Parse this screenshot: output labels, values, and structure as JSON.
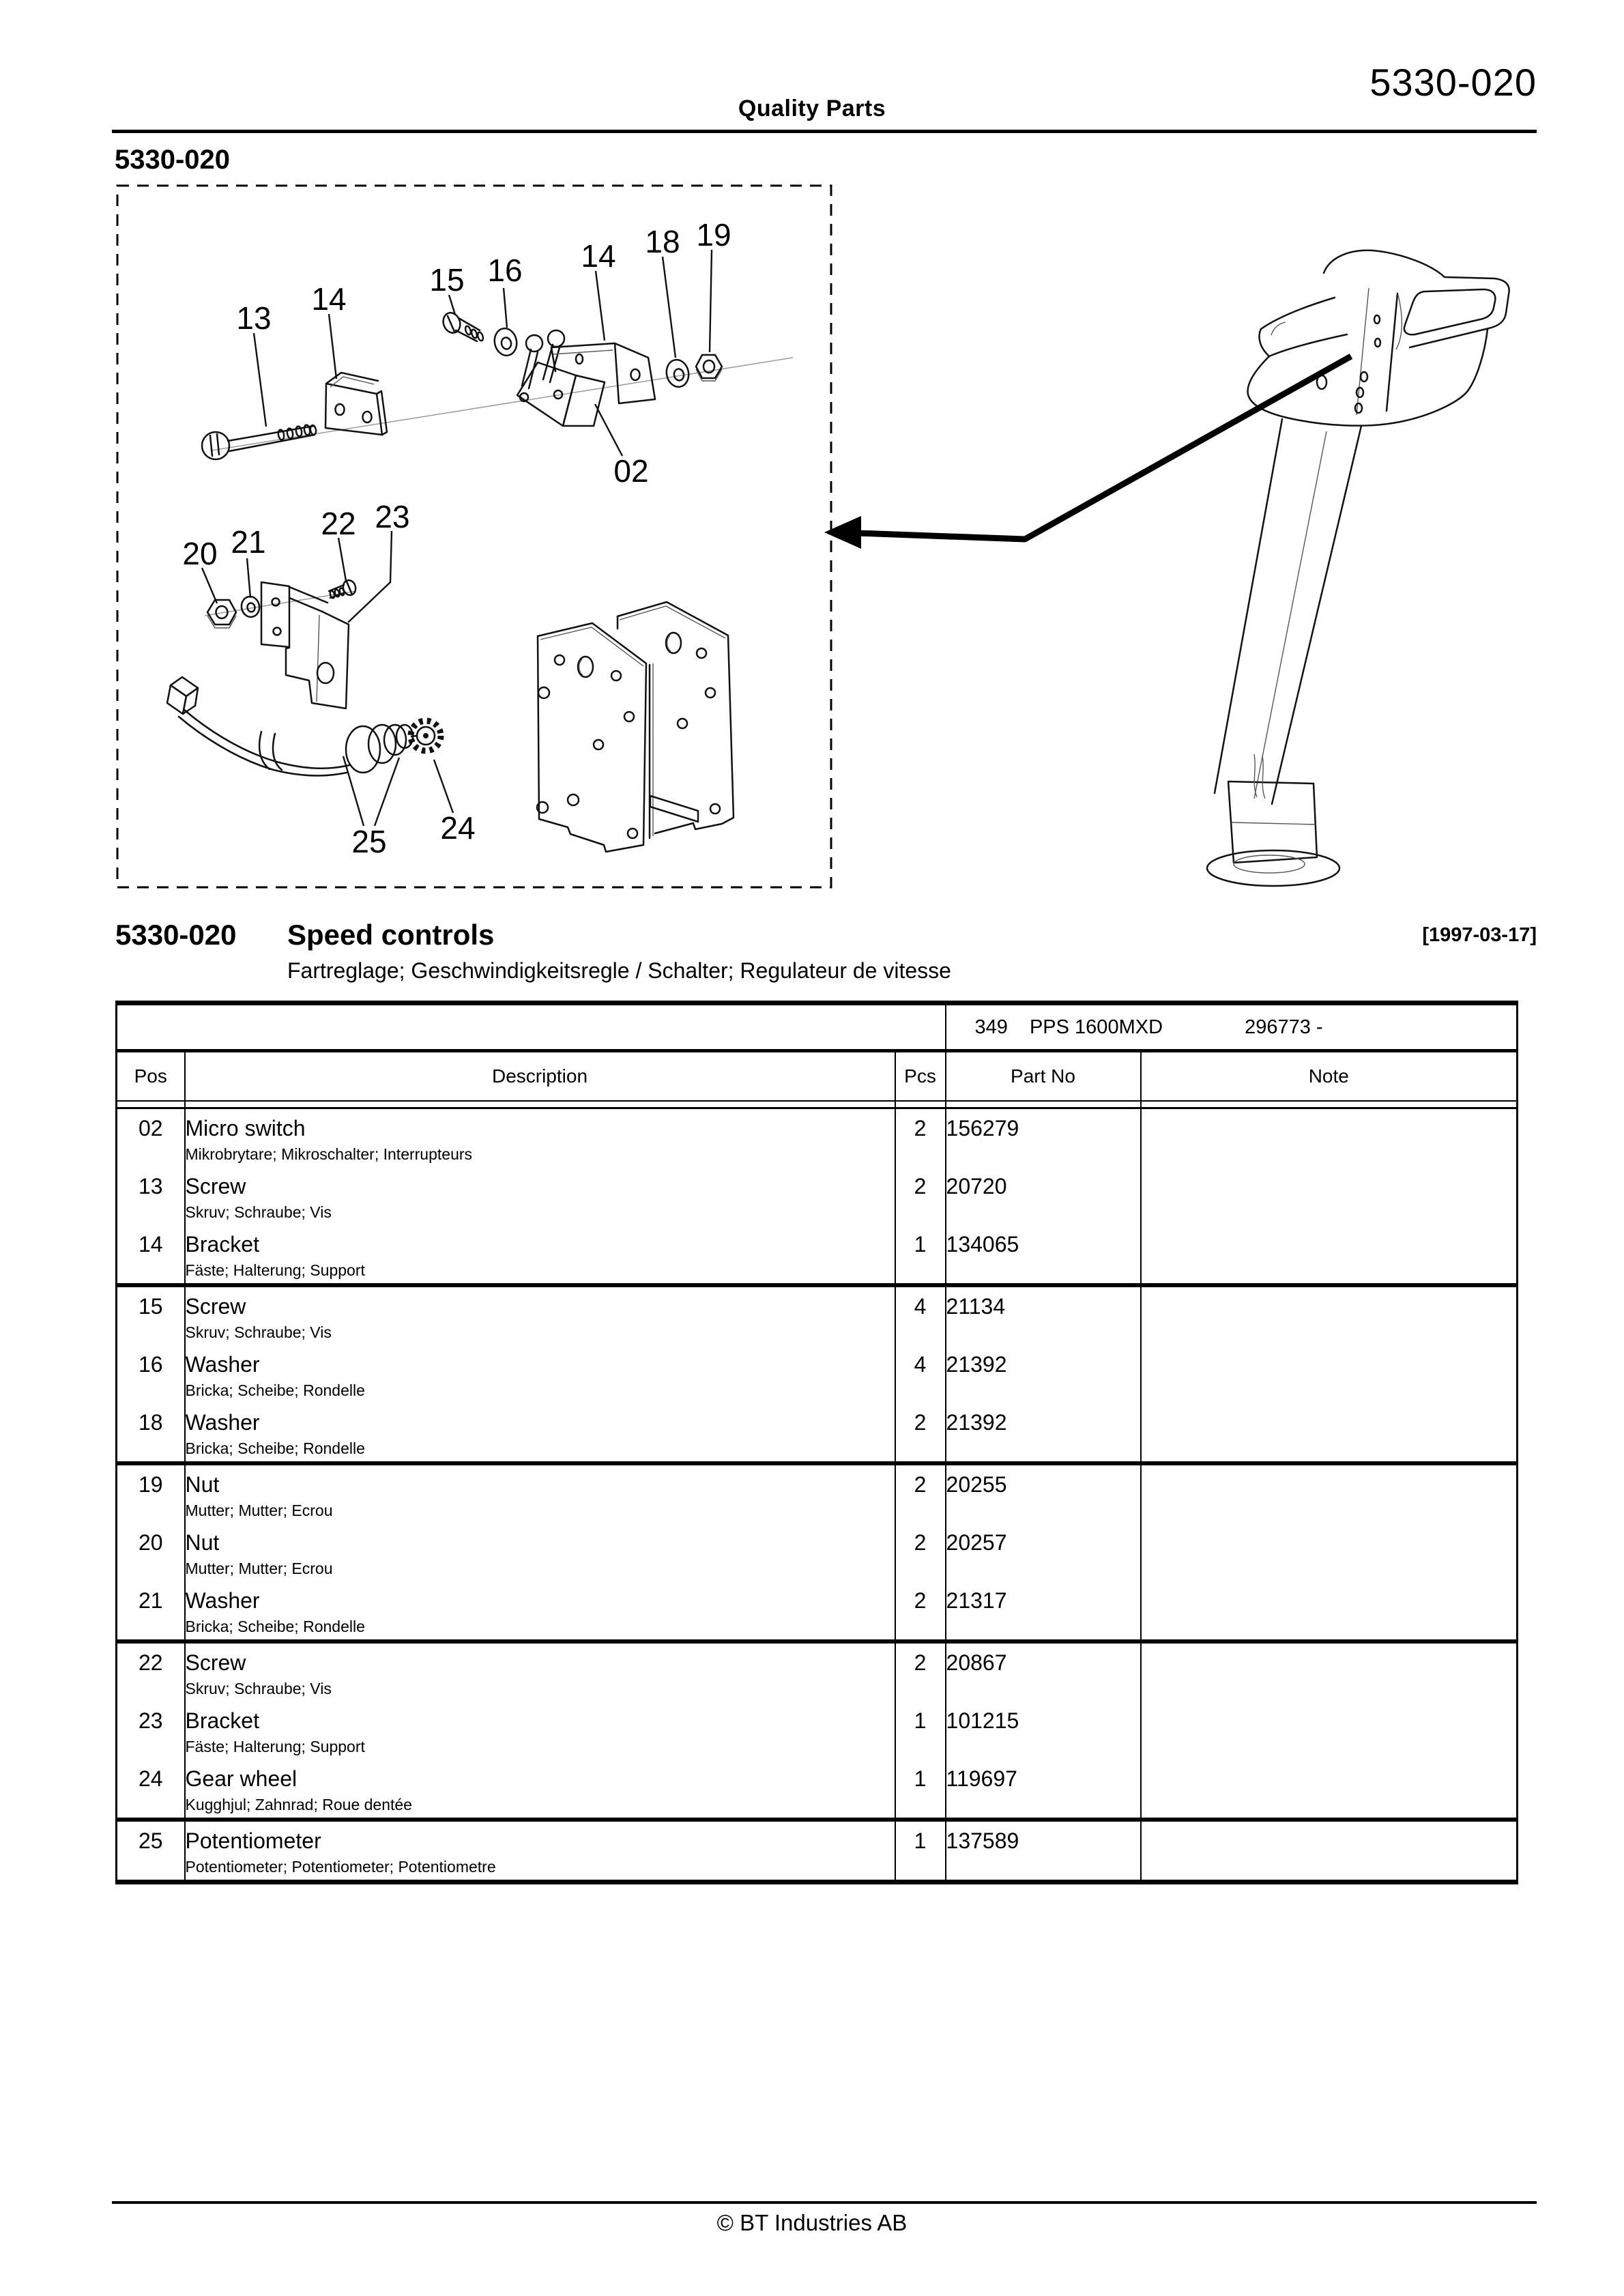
{
  "page": {
    "header": {
      "title": "Quality Parts",
      "doc_number": "5330-020"
    },
    "figure_label": "5330-020",
    "section": {
      "number": "5330-020",
      "title": "Speed controls",
      "date": "[1997-03-17]",
      "subtitle": "Fartreglage; Geschwindigkeitsregle / Schalter; Regulateur de vitesse"
    },
    "footer": "© BT Industries AB"
  },
  "diagram": {
    "callouts": [
      "13",
      "14",
      "15",
      "16",
      "14",
      "18",
      "19",
      "02",
      "20",
      "21",
      "22",
      "23",
      "25",
      "24"
    ]
  },
  "table": {
    "model": {
      "code": "349",
      "name": "PPS 1600MXD",
      "serial": "296773 -"
    },
    "columns": [
      "Pos",
      "Description",
      "Pcs",
      "Part No",
      "Note"
    ],
    "rows": [
      {
        "pos": "02",
        "name": "Micro switch",
        "alt": "Mikrobrytare; Mikroschalter; Interrupteurs",
        "pcs": "2",
        "part": "156279",
        "note": ""
      },
      {
        "pos": "13",
        "name": "Screw",
        "alt": "Skruv; Schraube; Vis",
        "pcs": "2",
        "part": "20720",
        "note": ""
      },
      {
        "pos": "14",
        "name": "Bracket",
        "alt": "Fäste; Halterung; Support",
        "pcs": "1",
        "part": "134065",
        "note": ""
      },
      {
        "pos": "15",
        "name": "Screw",
        "alt": "Skruv; Schraube; Vis",
        "pcs": "4",
        "part": "21134",
        "note": ""
      },
      {
        "pos": "16",
        "name": "Washer",
        "alt": "Bricka; Scheibe; Rondelle",
        "pcs": "4",
        "part": "21392",
        "note": ""
      },
      {
        "pos": "18",
        "name": "Washer",
        "alt": "Bricka; Scheibe; Rondelle",
        "pcs": "2",
        "part": "21392",
        "note": ""
      },
      {
        "pos": "19",
        "name": "Nut",
        "alt": "Mutter; Mutter; Ecrou",
        "pcs": "2",
        "part": "20255",
        "note": ""
      },
      {
        "pos": "20",
        "name": "Nut",
        "alt": "Mutter; Mutter; Ecrou",
        "pcs": "2",
        "part": "20257",
        "note": ""
      },
      {
        "pos": "21",
        "name": "Washer",
        "alt": "Bricka; Scheibe; Rondelle",
        "pcs": "2",
        "part": "21317",
        "note": ""
      },
      {
        "pos": "22",
        "name": "Screw",
        "alt": "Skruv; Schraube; Vis",
        "pcs": "2",
        "part": "20867",
        "note": ""
      },
      {
        "pos": "23",
        "name": "Bracket",
        "alt": "Fäste; Halterung; Support",
        "pcs": "1",
        "part": "101215",
        "note": ""
      },
      {
        "pos": "24",
        "name": "Gear wheel",
        "alt": "Kugghjul; Zahnrad; Roue dentée",
        "pcs": "1",
        "part": "119697",
        "note": ""
      },
      {
        "pos": "25",
        "name": "Potentiometer",
        "alt": "Potentiometer; Potentiometer; Potentiometre",
        "pcs": "1",
        "part": "137589",
        "note": ""
      }
    ]
  }
}
